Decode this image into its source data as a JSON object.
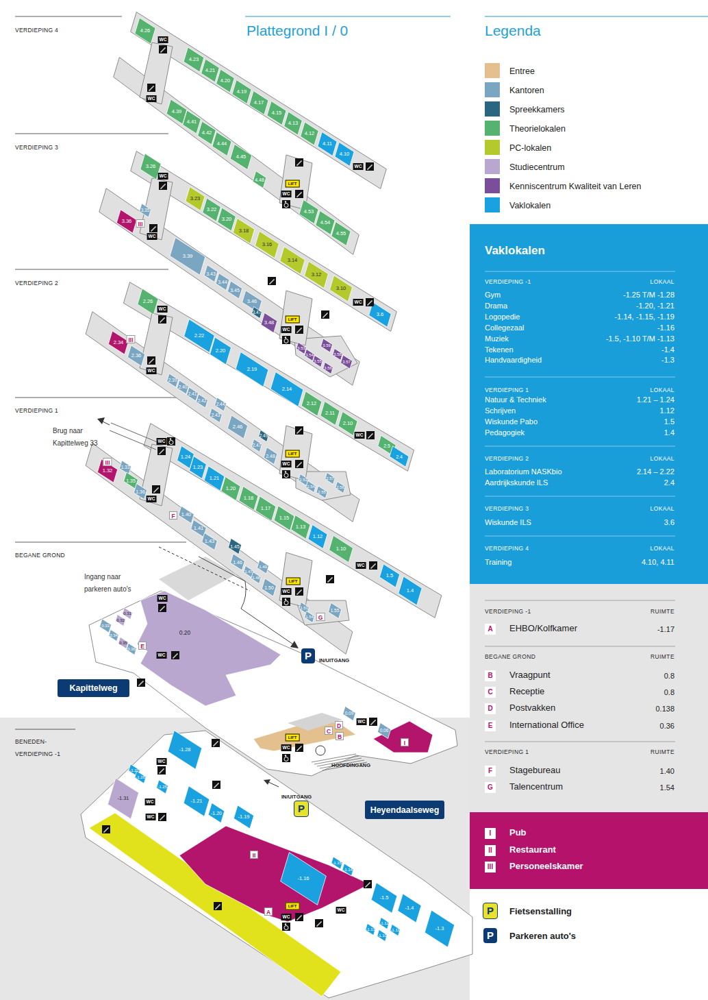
{
  "diagram": {
    "title": "Plattegrond I / 0",
    "nodes": [
      {
        "text": [
          "4.26"
        ]
      },
      {
        "text": [
          "4.23"
        ]
      },
      {
        "text": [
          "4.21"
        ]
      },
      {
        "text": [
          "4.20"
        ]
      },
      {
        "text": [
          "4.19"
        ]
      },
      {
        "text": [
          "4.17"
        ]
      },
      {
        "text": [
          "4.15"
        ]
      },
      {
        "text": [
          "4.13"
        ]
      },
      {
        "text": [
          "4.12"
        ]
      },
      {
        "text": [
          "4.11"
        ]
      },
      {
        "text": [
          "4.10"
        ]
      },
      {
        "text": [
          "4.39"
        ]
      },
      {
        "text": [
          "4.41"
        ]
      },
      {
        "text": [
          "4.42"
        ]
      },
      {
        "text": [
          "4.44"
        ]
      },
      {
        "text": [
          "4.45"
        ]
      },
      {
        "text": [
          "4.48"
        ]
      },
      {
        "text": [
          "4.53"
        ]
      },
      {
        "text": [
          "4.54"
        ]
      },
      {
        "text": [
          "4.55"
        ]
      },
      {
        "text": [
          "3.26"
        ]
      },
      {
        "text": [
          "3.23"
        ]
      },
      {
        "text": [
          "3.22"
        ]
      },
      {
        "text": [
          "3.20"
        ]
      },
      {
        "text": [
          "3.18"
        ]
      },
      {
        "text": [
          "3.16"
        ]
      },
      {
        "text": [
          "3.14"
        ]
      },
      {
        "text": [
          "3.12"
        ]
      },
      {
        "text": [
          "3.10"
        ]
      },
      {
        "text": [
          "3.6"
        ]
      },
      {
        "text": [
          "3.35"
        ]
      },
      {
        "text": [
          "3.36"
        ]
      },
      {
        "text": [
          "3.39"
        ]
      },
      {
        "text": [
          "3.43"
        ]
      },
      {
        "text": [
          "3.44"
        ]
      },
      {
        "text": [
          "3.45"
        ]
      },
      {
        "text": [
          "3.46"
        ]
      },
      {
        "text": [
          "3.47"
        ]
      },
      {
        "text": [
          "3.48"
        ]
      },
      {
        "text": [
          "3.53"
        ]
      },
      {
        "text": [
          "3.54"
        ]
      },
      {
        "text": [
          "3.55"
        ]
      },
      {
        "text": [
          "3.56"
        ]
      },
      {
        "text": [
          "3.57"
        ]
      },
      {
        "text": [
          "3.58"
        ]
      },
      {
        "text": [
          "3.59"
        ]
      },
      {
        "text": [
          "2.26"
        ]
      },
      {
        "text": [
          "2.34"
        ]
      },
      {
        "text": [
          "2.36"
        ]
      },
      {
        "text": [
          "2.22"
        ]
      },
      {
        "text": [
          "2.20"
        ]
      },
      {
        "text": [
          "2.19"
        ]
      },
      {
        "text": [
          "2.14"
        ]
      },
      {
        "text": [
          "2.12"
        ]
      },
      {
        "text": [
          "2.11"
        ]
      },
      {
        "text": [
          "2.10"
        ]
      },
      {
        "text": [
          "2.5"
        ]
      },
      {
        "text": [
          "2.4"
        ]
      },
      {
        "text": [
          "2.39"
        ]
      },
      {
        "text": [
          "2.40"
        ]
      },
      {
        "text": [
          "2.41"
        ]
      },
      {
        "text": [
          "2.42"
        ]
      },
      {
        "text": [
          "2.44"
        ]
      },
      {
        "text": [
          "2.43"
        ]
      },
      {
        "text": [
          "2.46"
        ]
      },
      {
        "text": [
          "2.49"
        ]
      },
      {
        "text": [
          "2.47"
        ]
      },
      {
        "text": [
          "2.48"
        ]
      },
      {
        "text": [
          "2.53"
        ]
      },
      {
        "text": [
          "2.54"
        ]
      },
      {
        "text": [
          "2.55"
        ]
      },
      {
        "text": [
          "2.56"
        ]
      },
      {
        "text": [
          "2.57"
        ]
      },
      {
        "text": [
          "1.32"
        ]
      },
      {
        "text": [
          "1.33"
        ]
      },
      {
        "text": [
          "1.35"
        ]
      },
      {
        "text": [
          "1.36"
        ]
      },
      {
        "text": [
          "1.24"
        ]
      },
      {
        "text": [
          "1.23"
        ]
      },
      {
        "text": [
          "1.21"
        ]
      },
      {
        "text": [
          "1.20"
        ]
      },
      {
        "text": [
          "1.18"
        ]
      },
      {
        "text": [
          "1.17"
        ]
      },
      {
        "text": [
          "1.15"
        ]
      },
      {
        "text": [
          "1.13"
        ]
      },
      {
        "text": [
          "1.12"
        ]
      },
      {
        "text": [
          "1.10"
        ]
      },
      {
        "text": [
          "1.5"
        ]
      },
      {
        "text": [
          "1.4"
        ]
      },
      {
        "text": [
          "1.40"
        ]
      },
      {
        "text": [
          "1.41"
        ]
      },
      {
        "text": [
          "1.43"
        ]
      },
      {
        "text": [
          "1.45"
        ]
      },
      {
        "text": [
          "1.46"
        ]
      },
      {
        "text": [
          "1.47"
        ]
      },
      {
        "text": [
          "1.49"
        ]
      },
      {
        "text": [
          "1.48"
        ]
      },
      {
        "text": [
          "1.50"
        ]
      },
      {
        "text": [
          "1.51"
        ]
      },
      {
        "text": [
          "1.54"
        ]
      },
      {
        "text": [
          "1.55"
        ]
      },
      {
        "text": [
          "0.20"
        ]
      },
      {
        "text": [
          "0.31"
        ]
      },
      {
        "text": [
          "0.32"
        ]
      },
      {
        "text": [
          "0.33"
        ]
      },
      {
        "text": [
          "0.34"
        ]
      },
      {
        "text": [
          "0.35"
        ]
      },
      {
        "text": [
          "0.36"
        ]
      },
      {
        "text": [
          "0.09"
        ]
      },
      {
        "text": [
          "0.06"
        ]
      },
      {
        "text": [
          "-1.28"
        ]
      },
      {
        "text": [
          "-1.27"
        ]
      },
      {
        "text": [
          "-1.26"
        ]
      },
      {
        "text": [
          "-1.25"
        ]
      },
      {
        "text": [
          "-1.31"
        ]
      },
      {
        "text": [
          "-1.21"
        ]
      },
      {
        "text": [
          "-1.20"
        ]
      },
      {
        "text": [
          "-1.19"
        ]
      },
      {
        "text": [
          "-1.16"
        ]
      },
      {
        "text": [
          "-1.15"
        ]
      },
      {
        "text": [
          "-1.14"
        ]
      },
      {
        "text": [
          "-1.5"
        ]
      },
      {
        "text": [
          "-1.4"
        ]
      },
      {
        "text": [
          "-1.3"
        ]
      },
      {
        "text": [
          "-1.12"
        ]
      },
      {
        "text": [
          "-1.11"
        ]
      },
      {
        "text": [
          "-1.13"
        ]
      },
      {
        "text": [
          "-1.10"
        ]
      },
      {
        "text": [
          "Kapittelweg"
        ]
      },
      {
        "text": [
          "Heyendaalseweg"
        ]
      },
      {
        "text": [
          "Vaklokalen",
          "VERDIEPING -1",
          "LOKAAL",
          "Gym",
          "-1.25 T/M -1.28",
          "Drama",
          "-1.20, -1.21",
          "Logopedie",
          "-1.14, -1.15, -1.19",
          "Collegezaal",
          "-1.16",
          "Muziek",
          "-1.5, -1.10 T/M -1.13",
          "Tekenen",
          "-1.4",
          "Handvaardigheid",
          "-1.3",
          "VERDIEPING 1",
          "LOKAAL",
          "Natuur & Techniek",
          "1.21 – 1.24",
          "Schrijven",
          "1.12",
          "Wiskunde Pabo",
          "1.5",
          "Pedagogiek",
          "1.4",
          "VERDIEPING 2",
          "LOKAAL",
          "Laboratorium NASKbio",
          "2.14 – 2.22",
          "Aardrijkskunde ILS",
          "2.4",
          "VERDIEPING 3",
          "LOKAAL",
          "Wiskunde ILS",
          "3.6",
          "VERDIEPING 4",
          "LOKAAL",
          "Training",
          "4.10, 4.11"
        ]
      },
      {
        "text": [
          "VERDIEPING -1",
          "RUIMTE",
          "A",
          "EHBO/Kolfkamer",
          "-1.17",
          "BEGANE GROND",
          "RUIMTE",
          "B",
          "Vraagpunt",
          "0.8",
          "C",
          "Receptie",
          "0.8",
          "D",
          "Postvakken",
          "0.138",
          "E",
          "International Office",
          "0.36",
          "VERDIEPING 1",
          "RUIMTE",
          "F",
          "Stagebureau",
          "1.40",
          "G",
          "Talencentrum",
          "1.54"
        ]
      },
      {
        "text": [
          "I",
          "Pub",
          "II",
          "Restaurant",
          "III",
          "Personeelskamer"
        ]
      }
    ],
    "labels": [
      "Legenda",
      "VERDIEPING 4",
      "VERDIEPING 3",
      "VERDIEPING 2",
      "VERDIEPING 1",
      "BEGANE GROND",
      "BENEDEN- VERDIEPING -1",
      "Brug naar Kapittelweg 33",
      "Ingang naar parkeren auto's",
      "IN/UITGANG",
      "HOOFDINGANG",
      "IN/UITGANG",
      "III",
      "III",
      "III",
      "F",
      "G",
      "E",
      "D",
      "C",
      "B",
      "I",
      "II",
      "A",
      "WC",
      "WC",
      "WC",
      "WC",
      "WC",
      "WC",
      "WC",
      "WC",
      "WC",
      "WC",
      "WC",
      "WC",
      "WC",
      "WC",
      "WC",
      "WC",
      "WC",
      "WC",
      "WC",
      "WC",
      "WC",
      "WC",
      "WC",
      "WC",
      "WC",
      "LIFT",
      "LIFT",
      "LIFT",
      "LIFT",
      "LIFT",
      "LIFT",
      "P",
      "P",
      "P",
      "P"
    ],
    "legend": [
      {
        "text": "Entree",
        "color": "#e3c08e"
      },
      {
        "text": "Kantoren",
        "color": "#7aa6c1"
      },
      {
        "text": "Spreekkamers",
        "color": "#2b6680"
      },
      {
        "text": "Theorielokalen",
        "color": "#55b36f"
      },
      {
        "text": "PC-lokalen",
        "color": "#b4c92b"
      },
      {
        "text": "Studiecentrum",
        "color": "#b9a7d0"
      },
      {
        "text": "Kenniscentrum Kwaliteit van Leren",
        "color": "#7a4e98"
      },
      {
        "text": "Vaklokalen",
        "color": "#1aa1e0"
      },
      {
        "text": "Fietsenstalling"
      },
      {
        "text": "Parkeren auto's"
      }
    ]
  }
}
